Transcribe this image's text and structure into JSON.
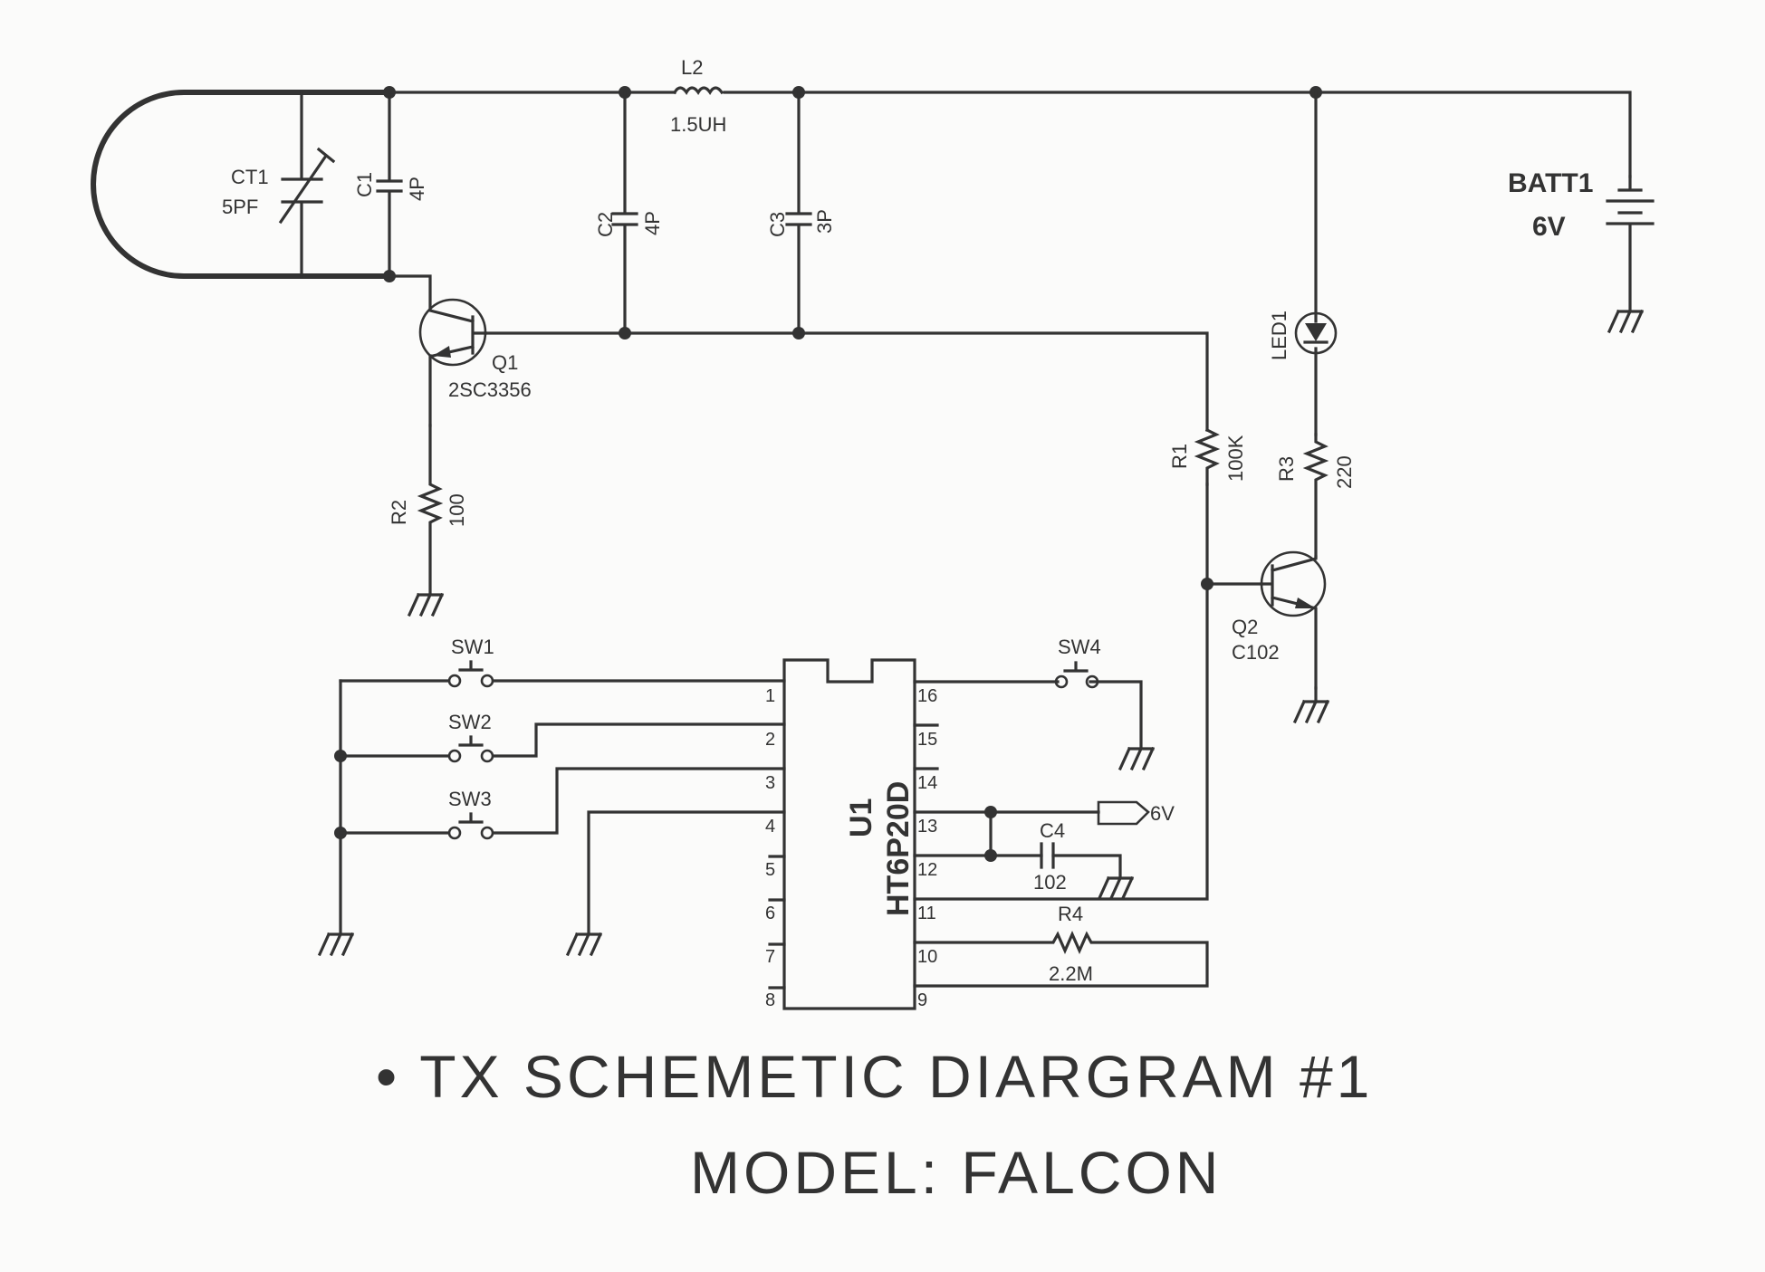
{
  "title": "• TX SCHEMETIC DIARGRAM #1",
  "subtitle": "MODEL: FALCON",
  "components": {
    "ct1": {
      "ref": "CT1",
      "value": "5PF"
    },
    "c1": {
      "ref": "C1",
      "value": "4P"
    },
    "c2": {
      "ref": "C2",
      "value": "4P"
    },
    "c3": {
      "ref": "C3",
      "value": "3P"
    },
    "c4": {
      "ref": "C4",
      "value": "102"
    },
    "l2": {
      "ref": "L2",
      "value": "1.5UH"
    },
    "q1": {
      "ref": "Q1",
      "value": "2SC3356"
    },
    "q2": {
      "ref": "Q2",
      "value": "C102"
    },
    "r1": {
      "ref": "R1",
      "value": "100K"
    },
    "r2": {
      "ref": "R2",
      "value": "100"
    },
    "r3": {
      "ref": "R3",
      "value": "220"
    },
    "r4": {
      "ref": "R4",
      "value": "2.2M"
    },
    "led1": {
      "ref": "LED1"
    },
    "batt1": {
      "ref": "BATT1",
      "value": "6V"
    },
    "sw1": {
      "ref": "SW1"
    },
    "sw2": {
      "ref": "SW2"
    },
    "sw3": {
      "ref": "SW3"
    },
    "sw4": {
      "ref": "SW4"
    },
    "u1": {
      "ref": "U1",
      "value": "HT6P20D"
    },
    "vcc": {
      "label": "6V"
    }
  },
  "u1_pins_left": [
    "1",
    "2",
    "3",
    "4",
    "5",
    "6",
    "7",
    "8"
  ],
  "u1_pins_right": [
    "16",
    "15",
    "14",
    "13",
    "12",
    "11",
    "10",
    "9"
  ]
}
